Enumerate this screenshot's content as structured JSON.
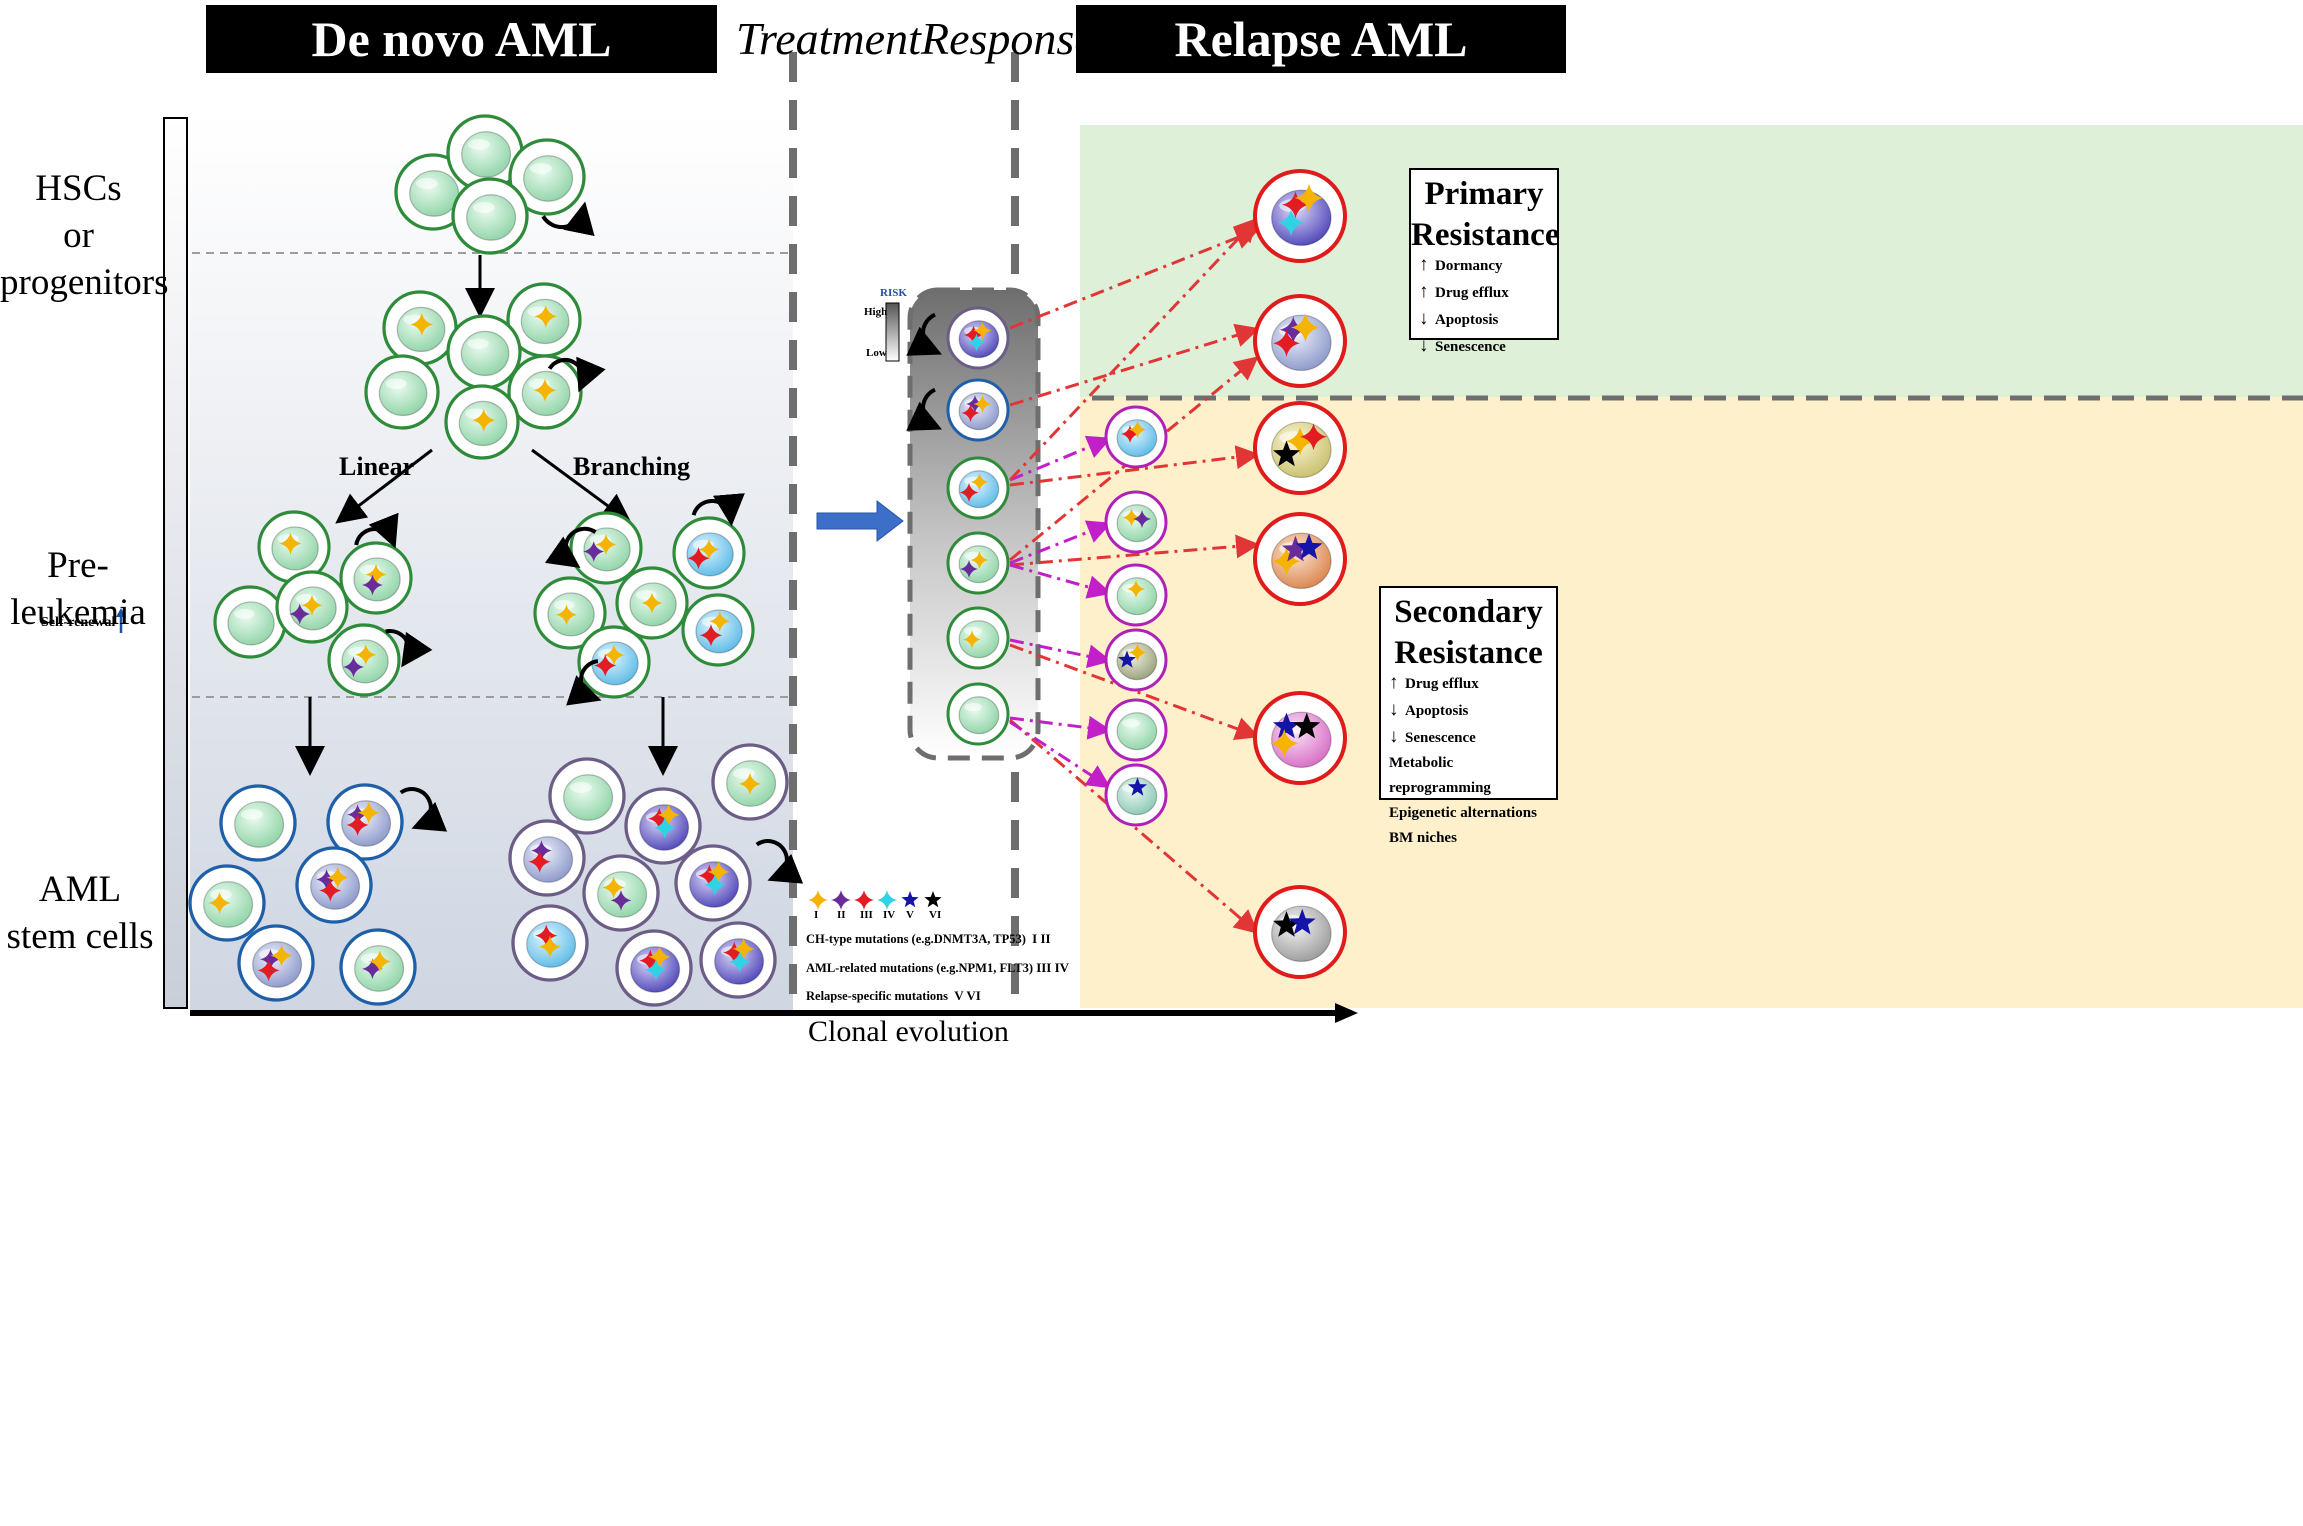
{
  "headers": {
    "de_novo": "De novo AML",
    "treatment": "Treatment",
    "response": "Response",
    "relapse": "Relapse AML"
  },
  "stages": {
    "hsc": "HSCs\nor progenitors",
    "pre_leukemia": "Pre-leukemia",
    "aml_stem": "AML\nstem cells",
    "self_renewal": "Self-renewal"
  },
  "labels": {
    "linear": "Linear",
    "branching": "Branching",
    "clonal_evolution": "Clonal evolution"
  },
  "risk": {
    "title": "RISK",
    "high": "High",
    "low": "Low"
  },
  "legend": {
    "roman": [
      "I",
      "II",
      "III",
      "IV",
      "V",
      "VI"
    ],
    "ch_type": "CH-type mutations (e.g.DNMT3A, TP53)",
    "ch_type_nums": "I  II",
    "aml_related": "AML-related mutations (e.g.NPM1, FLT3)",
    "aml_related_nums": "III IV",
    "relapse_specific": "Relapse-specific mutations",
    "relapse_specific_nums": "V  VI"
  },
  "primary_resistance": {
    "title_line1": "Primary",
    "title_line2": "Resistance",
    "items": [
      "Dormancy",
      "Drug efflux",
      "Apoptosis",
      "Senescence"
    ],
    "arrows": [
      "↑",
      "↑",
      "↓",
      "↓"
    ]
  },
  "secondary_resistance": {
    "title_line1": "Secondary",
    "title_line2": "Resistance",
    "items": [
      "Drug efflux",
      "Apoptosis",
      "Senescence",
      "Metabolic reprogramming",
      "Epigenetic alternations",
      "BM niches"
    ],
    "arrows": [
      "↑",
      "↓",
      "↓",
      "",
      "",
      ""
    ]
  },
  "colors": {
    "mut_I": "#f5b400",
    "mut_II": "#6a2c9a",
    "mut_III": "#e31b23",
    "mut_IV": "#2fd3e6",
    "mut_V": "#1414a8",
    "mut_VI": "#000000",
    "green_membrane": "#2e8b3a",
    "blue_membrane": "#1f5fa8",
    "purple_membrane": "#6b5d86",
    "magenta_membrane": "#b020b8",
    "red_membrane": "#e01b1b",
    "primary_bg": "#dff0d8",
    "secondary_bg": "#fff0cc"
  }
}
